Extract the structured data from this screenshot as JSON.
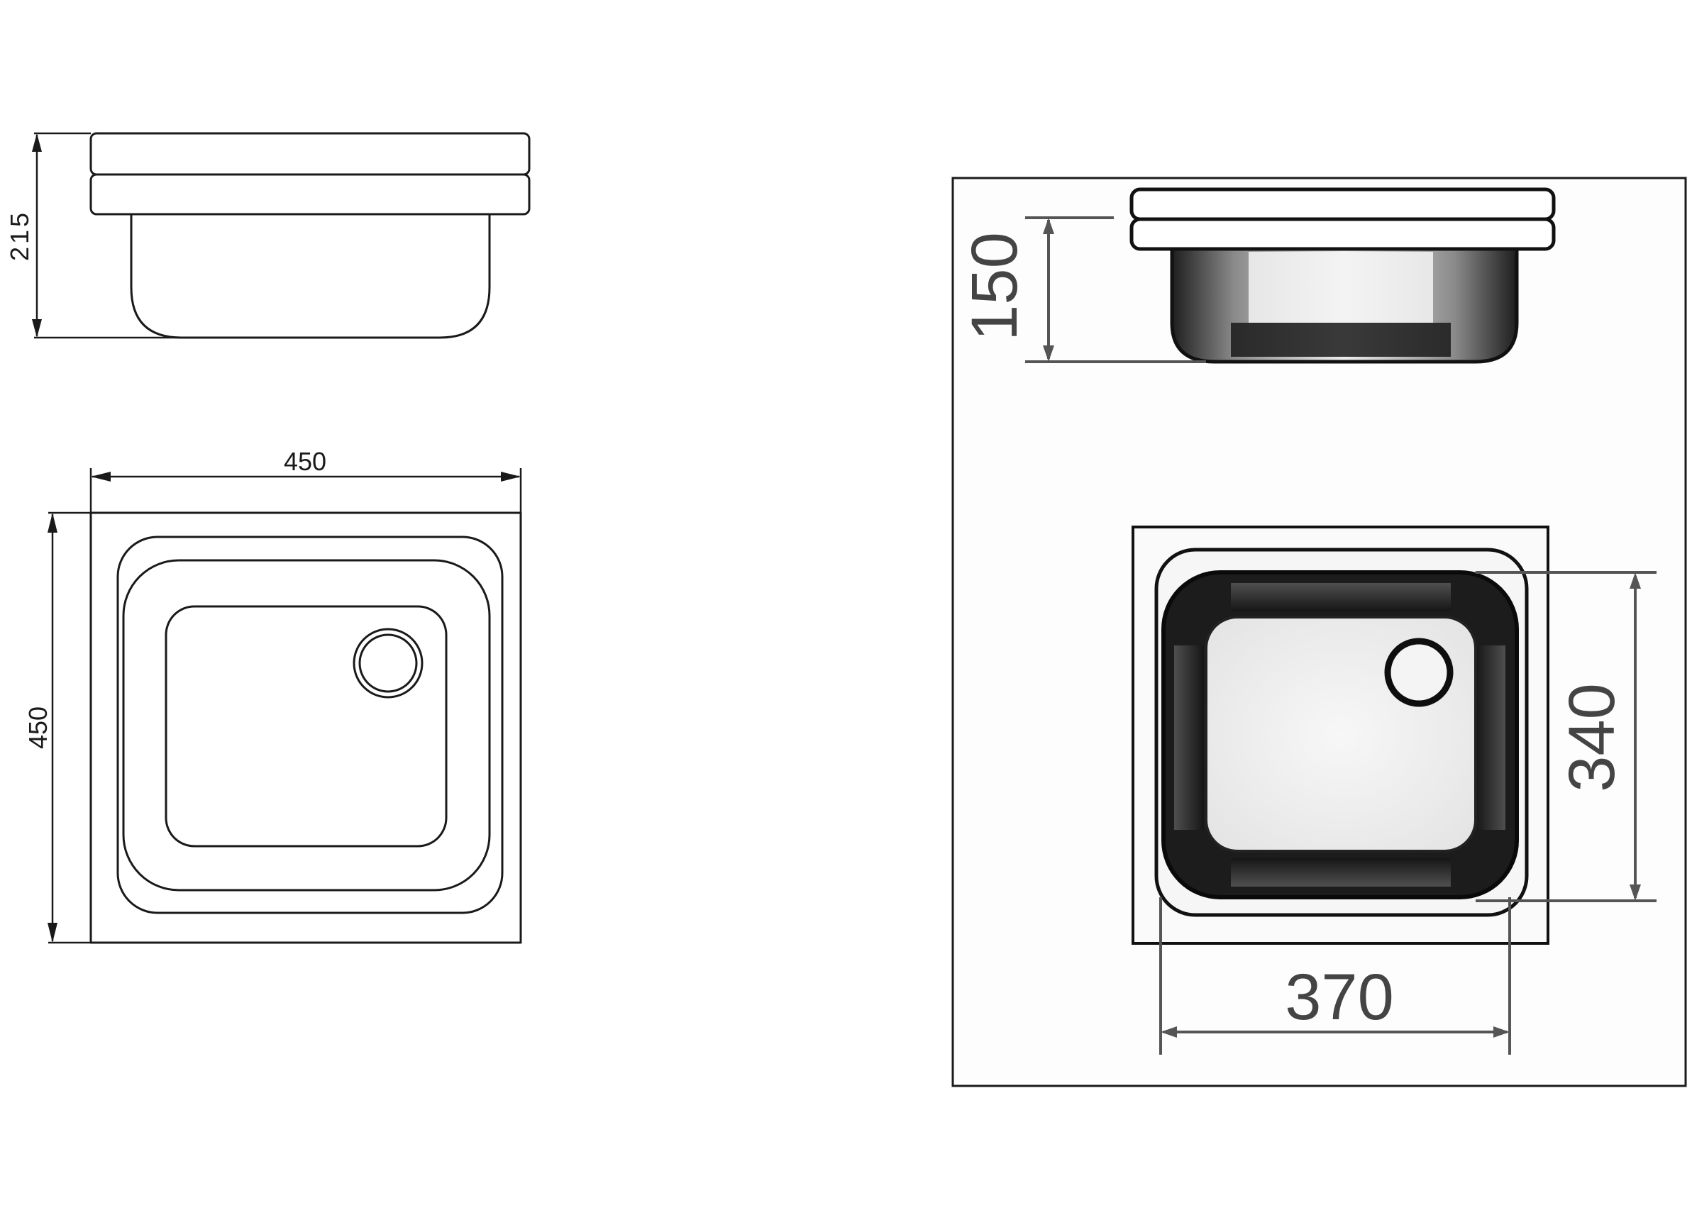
{
  "left_drawing": {
    "side_view": {
      "height_label": "215"
    },
    "top_view": {
      "width_label": "450",
      "depth_label": "450"
    }
  },
  "right_drawing": {
    "side_view": {
      "bowl_depth_label": "150"
    },
    "top_view": {
      "bowl_width_label": "370",
      "bowl_length_label": "340"
    }
  },
  "colors": {
    "line": "#1a1a1a",
    "background": "#ffffff",
    "bowl_shadow": "#2a2a2a",
    "bowl_floor": "#f2f2f2"
  }
}
